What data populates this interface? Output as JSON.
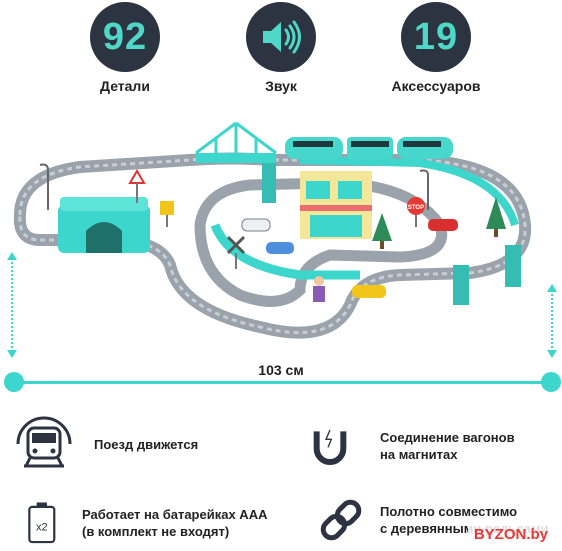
{
  "stats": [
    {
      "value": "92",
      "label": "Детали"
    },
    {
      "icon": "speaker-icon",
      "label": "Звук"
    },
    {
      "value": "19",
      "label": "Аксессуаров"
    }
  ],
  "dimension": {
    "label": "103 см"
  },
  "features": [
    {
      "icon": "train-icon",
      "line1": "Поезд движется",
      "line2": ""
    },
    {
      "icon": "magnet-icon",
      "line1": "Соединение вагонов",
      "line2": "на магнитах"
    },
    {
      "icon": "battery-icon",
      "line1": "Работает на батарейках ААА",
      "line2": "(в комплект не входят)"
    },
    {
      "icon": "chain-link-icon",
      "line1": "Полотно совместимо",
      "line2": "с деревянными рельсами"
    }
  ],
  "battery_badge": "x2",
  "stop_sign": "STOP",
  "watermark": "BYZON.by",
  "colors": {
    "accent": "#3dd6cc",
    "dark_circle": "#2b3440",
    "track": "#9aa3ab",
    "watermark": "#e53935"
  }
}
